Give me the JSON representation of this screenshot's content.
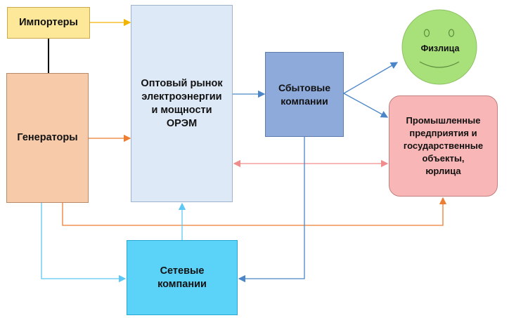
{
  "nodes": {
    "importers": "Импортеры",
    "generators": "Генераторы",
    "market": "Оптовый рынок\nэлектроэнергии\nи мощности\nОРЭМ",
    "sales": "Сбытовые\nкомпании",
    "grid": "Сетевые\nкомпании",
    "individuals": "Физлица",
    "industry": "Промышленные\nпредприятия и\nгосударственные\nобъекты,\nюрлица"
  },
  "colors": {
    "yellow_arrow": "#f2b400",
    "orange_arrow": "#ed7d31",
    "blue_arrow": "#4a86c8",
    "light_blue_arrow": "#5bc8f5",
    "pink_arrow": "#f08c8c",
    "smiley_fill": "#a8e07a",
    "black_line": "#000000"
  }
}
